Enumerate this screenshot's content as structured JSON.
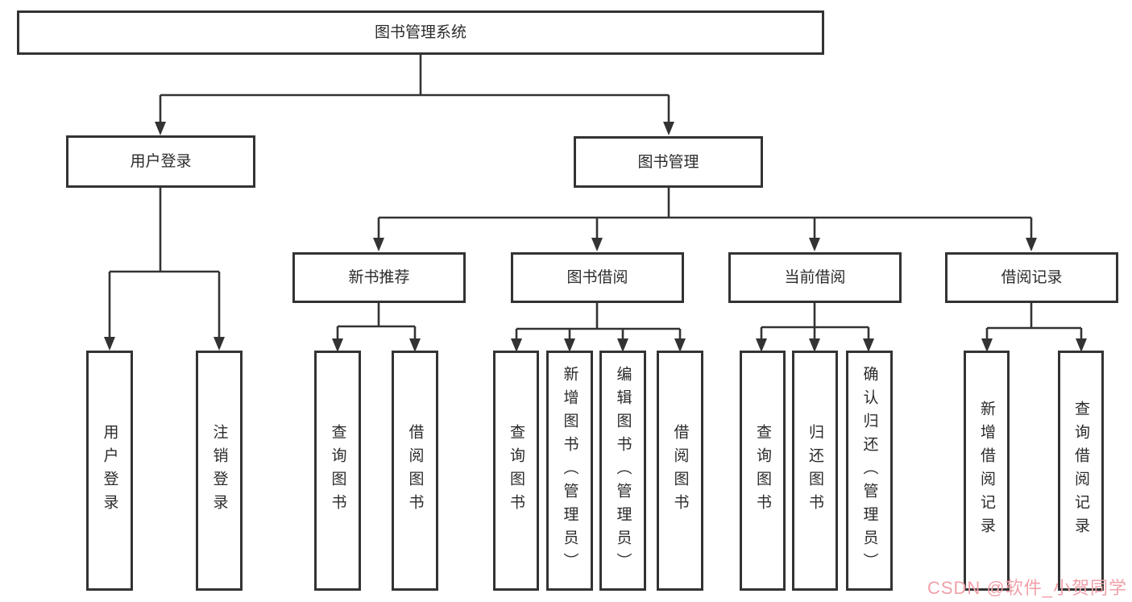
{
  "root": {
    "label": "图书管理系统"
  },
  "branches": [
    {
      "label": "用户登录",
      "children": [
        {
          "label": "用户登录"
        },
        {
          "label": "注销登录"
        }
      ]
    },
    {
      "label": "图书管理",
      "groups": [
        {
          "label": "新书推荐",
          "children": [
            {
              "label": "查询图书"
            },
            {
              "label": "借阅图书"
            }
          ]
        },
        {
          "label": "图书借阅",
          "children": [
            {
              "label": "查询图书"
            },
            {
              "label": "新增图书（管理员）"
            },
            {
              "label": "编辑图书（管理员）"
            },
            {
              "label": "借阅图书"
            }
          ]
        },
        {
          "label": "当前借阅",
          "children": [
            {
              "label": "查询图书"
            },
            {
              "label": "归还图书"
            },
            {
              "label": "确认归还（管理员）"
            }
          ]
        },
        {
          "label": "借阅记录",
          "children": [
            {
              "label": "新增借阅记录"
            },
            {
              "label": "查询借阅记录"
            }
          ]
        }
      ]
    }
  ],
  "watermark": {
    "text": "CSDN @软件_小贺同学",
    "color": "#f0a0a8"
  },
  "colors": {
    "line": "#333333",
    "border": "#333333",
    "background": "#ffffff",
    "text": "#2b2b2b"
  }
}
